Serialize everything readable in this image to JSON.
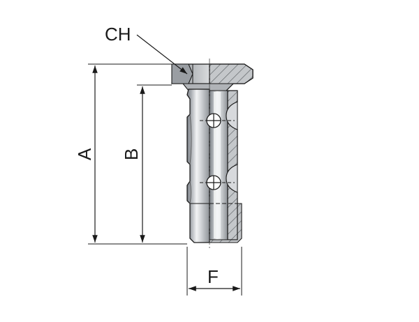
{
  "labels": {
    "ch": "CH",
    "a": "A",
    "b": "B",
    "f": "F"
  },
  "colors": {
    "line": "#1a1a1a",
    "metal_dark": "#8c9096",
    "metal_mid": "#c3c6ca",
    "metal_light": "#eef0f2",
    "section_fill": "#b9bcc0",
    "hatch": "#555555"
  },
  "symbols": {
    "port_marker": "crosshair-circle-icon"
  }
}
